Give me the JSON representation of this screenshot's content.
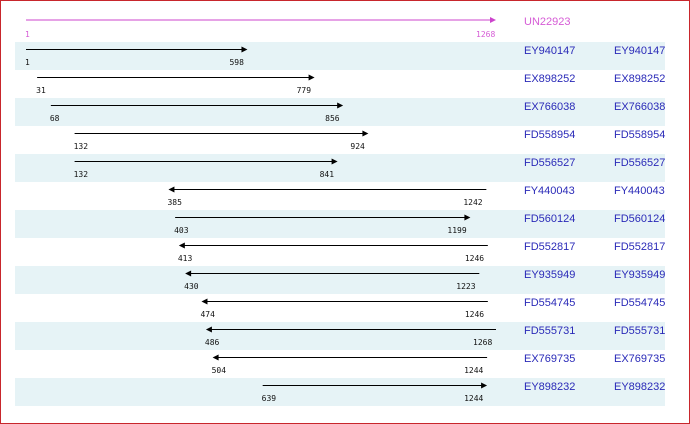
{
  "reference": {
    "accession": "UN22923",
    "start": "1",
    "end": "1268",
    "color": "#cc44cc"
  },
  "axis": {
    "min": 1,
    "max": 1268
  },
  "colors": {
    "stripe": "#e6f3f6",
    "link": "#2a2ab8",
    "border": "#c8262c"
  },
  "alignments": [
    {
      "accession": "EY940147",
      "start": 1,
      "end": 598,
      "strand": "+"
    },
    {
      "accession": "EX898252",
      "start": 31,
      "end": 779,
      "strand": "+"
    },
    {
      "accession": "EX766038",
      "start": 68,
      "end": 856,
      "strand": "+"
    },
    {
      "accession": "FD558954",
      "start": 132,
      "end": 924,
      "strand": "+"
    },
    {
      "accession": "FD556527",
      "start": 132,
      "end": 841,
      "strand": "+"
    },
    {
      "accession": "FY440043",
      "start": 385,
      "end": 1242,
      "strand": "-"
    },
    {
      "accession": "FD560124",
      "start": 403,
      "end": 1199,
      "strand": "+"
    },
    {
      "accession": "FD552817",
      "start": 413,
      "end": 1246,
      "strand": "-"
    },
    {
      "accession": "EY935949",
      "start": 430,
      "end": 1223,
      "strand": "-"
    },
    {
      "accession": "FD554745",
      "start": 474,
      "end": 1246,
      "strand": "-"
    },
    {
      "accession": "FD555731",
      "start": 486,
      "end": 1268,
      "strand": "-"
    },
    {
      "accession": "EX769735",
      "start": 504,
      "end": 1244,
      "strand": "-"
    },
    {
      "accession": "EY898232",
      "start": 639,
      "end": 1244,
      "strand": "+"
    }
  ]
}
